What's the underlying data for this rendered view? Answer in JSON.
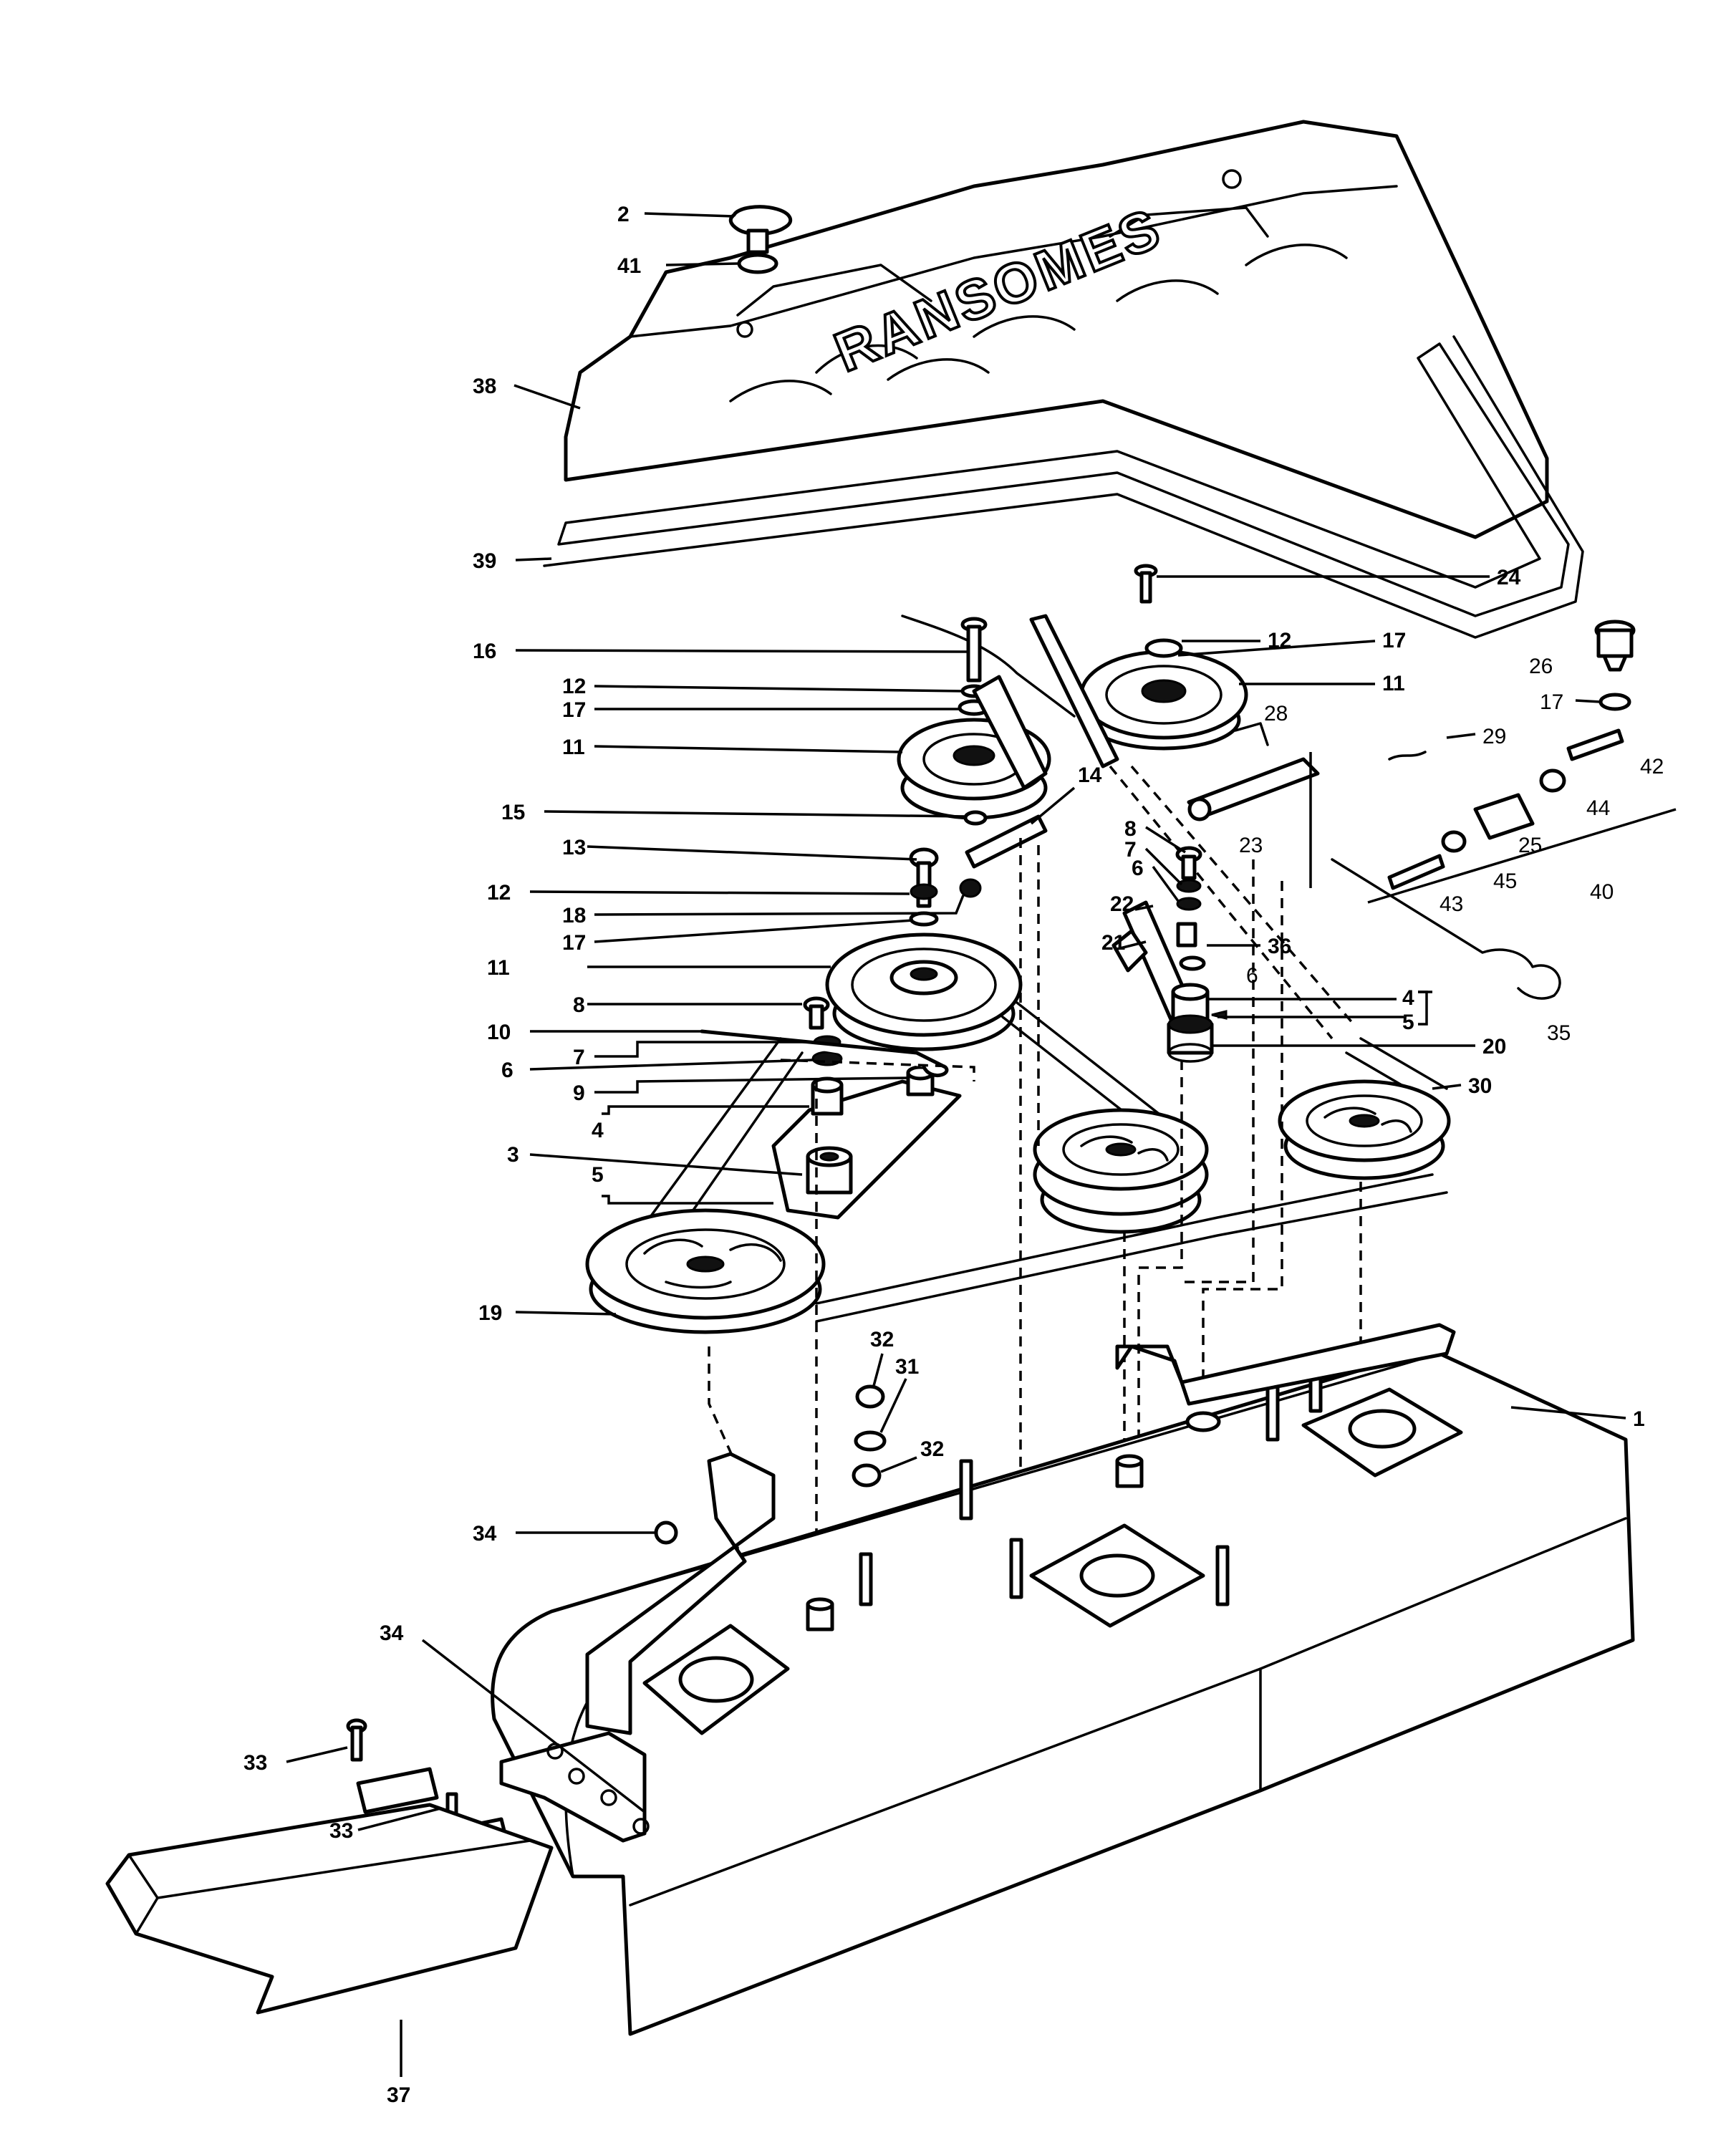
{
  "brand_text": "RANSOMES",
  "callouts": [
    {
      "id": "c2",
      "text": "2"
    },
    {
      "id": "c41",
      "text": "41"
    },
    {
      "id": "c38",
      "text": "38"
    },
    {
      "id": "c39",
      "text": "39"
    },
    {
      "id": "c24",
      "text": "24"
    },
    {
      "id": "c16",
      "text": "16"
    },
    {
      "id": "c12a",
      "text": "12"
    },
    {
      "id": "c17a",
      "text": "17"
    },
    {
      "id": "c11a",
      "text": "11"
    },
    {
      "id": "c12b",
      "text": "12"
    },
    {
      "id": "c17b",
      "text": "17"
    },
    {
      "id": "c11b",
      "text": "11"
    },
    {
      "id": "c28",
      "text": "28"
    },
    {
      "id": "c26",
      "text": "26"
    },
    {
      "id": "c17c",
      "text": "17"
    },
    {
      "id": "c29",
      "text": "29"
    },
    {
      "id": "c42",
      "text": "42"
    },
    {
      "id": "c14",
      "text": "14"
    },
    {
      "id": "c44",
      "text": "44"
    },
    {
      "id": "c15",
      "text": "15"
    },
    {
      "id": "c8a",
      "text": "8"
    },
    {
      "id": "c23",
      "text": "23"
    },
    {
      "id": "c25",
      "text": "25"
    },
    {
      "id": "c13",
      "text": "13"
    },
    {
      "id": "c7a",
      "text": "7"
    },
    {
      "id": "c6a",
      "text": "6"
    },
    {
      "id": "c45",
      "text": "45"
    },
    {
      "id": "c40",
      "text": "40"
    },
    {
      "id": "c12c",
      "text": "12"
    },
    {
      "id": "c22",
      "text": "22"
    },
    {
      "id": "c43",
      "text": "43"
    },
    {
      "id": "c18",
      "text": "18"
    },
    {
      "id": "c17d",
      "text": "17"
    },
    {
      "id": "c21",
      "text": "21"
    },
    {
      "id": "c36",
      "text": "36"
    },
    {
      "id": "c11c",
      "text": "11"
    },
    {
      "id": "c6b",
      "text": "6"
    },
    {
      "id": "c8b",
      "text": "8"
    },
    {
      "id": "c4a",
      "text": "4"
    },
    {
      "id": "c5a",
      "text": "5"
    },
    {
      "id": "c35",
      "text": "35"
    },
    {
      "id": "c10",
      "text": "10"
    },
    {
      "id": "c20",
      "text": "20"
    },
    {
      "id": "c7b",
      "text": "7"
    },
    {
      "id": "c6c",
      "text": "6"
    },
    {
      "id": "c30",
      "text": "30"
    },
    {
      "id": "c9",
      "text": "9"
    },
    {
      "id": "c4b",
      "text": "4"
    },
    {
      "id": "c3",
      "text": "3"
    },
    {
      "id": "c5b",
      "text": "5"
    },
    {
      "id": "c19",
      "text": "19"
    },
    {
      "id": "c32a",
      "text": "32"
    },
    {
      "id": "c31",
      "text": "31"
    },
    {
      "id": "c1",
      "text": "1"
    },
    {
      "id": "c32b",
      "text": "32"
    },
    {
      "id": "c34a",
      "text": "34"
    },
    {
      "id": "c34b",
      "text": "34"
    },
    {
      "id": "c33a",
      "text": "33"
    },
    {
      "id": "c33b",
      "text": "33"
    },
    {
      "id": "c37",
      "text": "37"
    }
  ]
}
